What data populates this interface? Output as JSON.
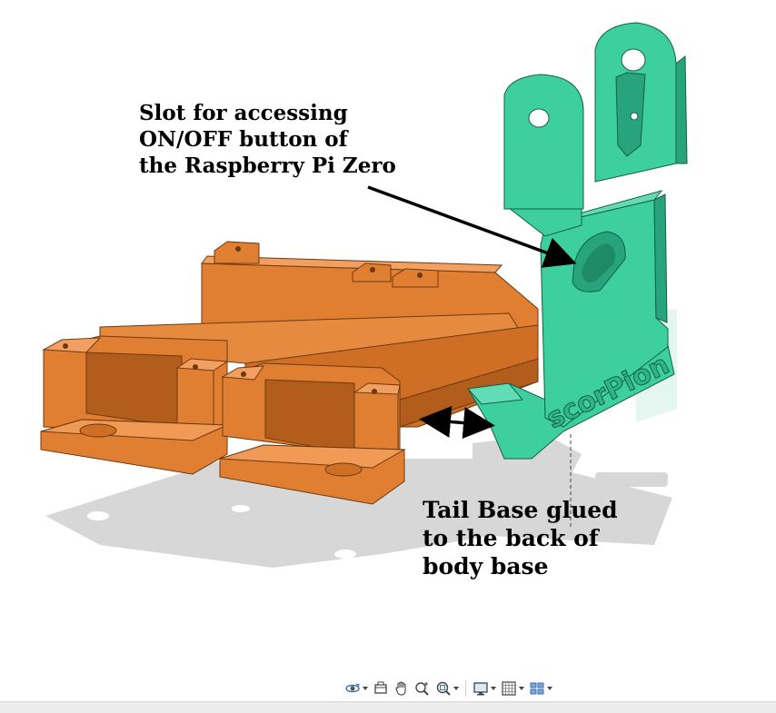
{
  "annotations": {
    "slot_lines": [
      "Slot for accessing",
      "ON/OFF button of",
      "the Raspberry Pi Zero"
    ],
    "tail_lines": [
      "Tail Base glued",
      "to the back of",
      "body base"
    ]
  },
  "model": {
    "engraving": "scorPion",
    "body_color": "#e07f32",
    "body_color_dark": "#b35d1c",
    "tail_color": "#3ecf9f",
    "tail_color_dark": "#27a47b",
    "shadow_color": "#d7d7d7"
  },
  "toolbar": {
    "tools": [
      {
        "name": "orbit-icon",
        "has_menu": true
      },
      {
        "name": "look-at-icon",
        "has_menu": false
      },
      {
        "name": "pan-icon",
        "has_menu": false
      },
      {
        "name": "zoom-icon",
        "has_menu": false
      },
      {
        "name": "fit-icon",
        "has_menu": true
      },
      {
        "name": "display-settings-icon",
        "has_menu": true
      },
      {
        "name": "grid-icon",
        "has_menu": true
      },
      {
        "name": "viewports-icon",
        "has_menu": true
      }
    ]
  }
}
